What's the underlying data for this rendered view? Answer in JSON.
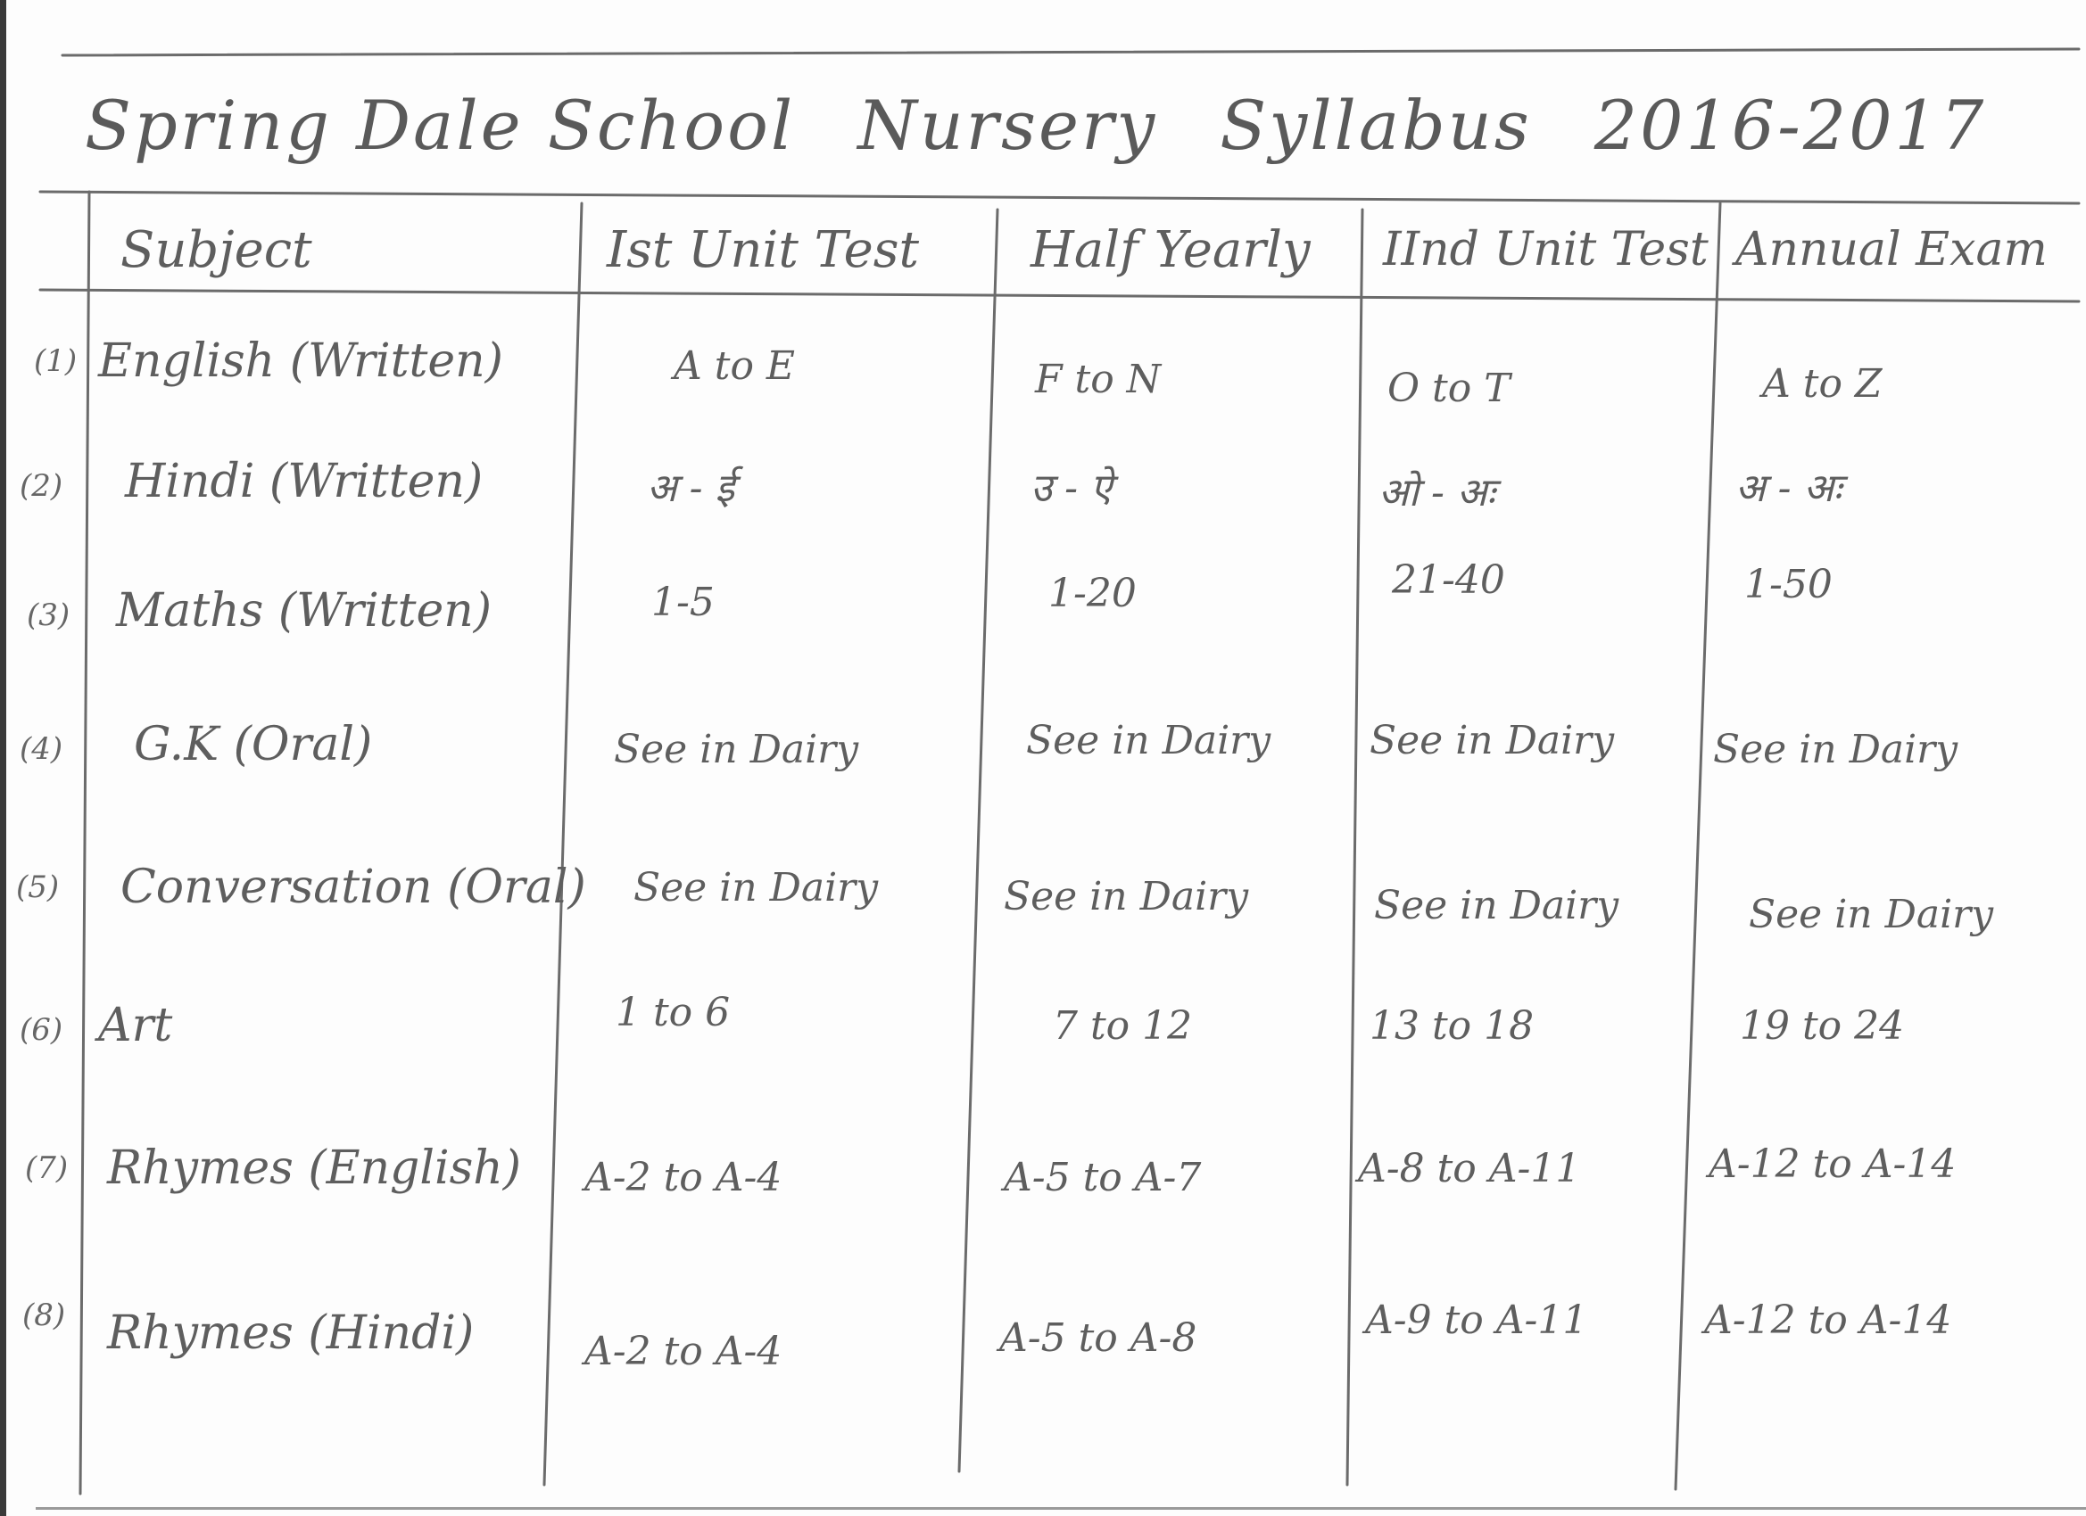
{
  "document": {
    "title_parts": [
      "Spring Dale School",
      "Nursery",
      "Syllabus",
      "2016-2017"
    ],
    "headers": [
      "Subject",
      "Ist Unit Test",
      "Half Yearly",
      "IInd Unit Test",
      "Annual Exam"
    ],
    "rows": [
      {
        "num": "(1)",
        "subject": "English (Written)",
        "cells": [
          "A to E",
          "F to N",
          "O to T",
          "A to Z"
        ]
      },
      {
        "num": "(2)",
        "subject": "Hindi (Written)",
        "cells": [
          "अ - ई",
          "उ - ऐ",
          "ओ - अः",
          "अ - अः"
        ]
      },
      {
        "num": "(3)",
        "subject": "Maths (Written)",
        "cells": [
          "1-5",
          "1-20",
          "21-40",
          "1-50"
        ]
      },
      {
        "num": "(4)",
        "subject": "G.K (Oral)",
        "cells": [
          "See in Dairy",
          "See in Dairy",
          "See in Dairy",
          "See in Dairy"
        ]
      },
      {
        "num": "(5)",
        "subject": "Conversation (Oral)",
        "cells": [
          "See in Dairy",
          "See in Dairy",
          "See in Dairy",
          "See in Dairy"
        ]
      },
      {
        "num": "(6)",
        "subject": "Art",
        "cells": [
          "1 to 6",
          "7 to 12",
          "13 to 18",
          "19 to 24"
        ]
      },
      {
        "num": "(7)",
        "subject": "Rhymes (English)",
        "cells": [
          "A-2 to A-4",
          "A-5 to A-7",
          "A-8 to A-11",
          "A-12 to A-14"
        ]
      },
      {
        "num": "(8)",
        "subject": "Rhymes (Hindi)",
        "cells": [
          "A-2 to A-4",
          "A-5 to A-8",
          "A-9 to A-11",
          "A-12 to A-14"
        ]
      }
    ]
  }
}
